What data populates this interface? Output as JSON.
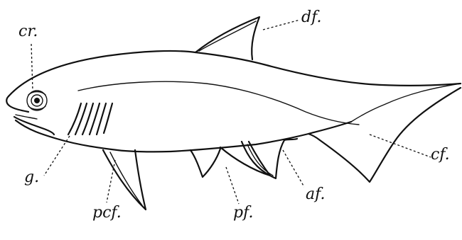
{
  "labels": {
    "cr": "cr.",
    "df": "df.",
    "cf": "cf.",
    "g": "g.",
    "pcf": "pcf.",
    "pf": "pf.",
    "af": "af."
  }
}
